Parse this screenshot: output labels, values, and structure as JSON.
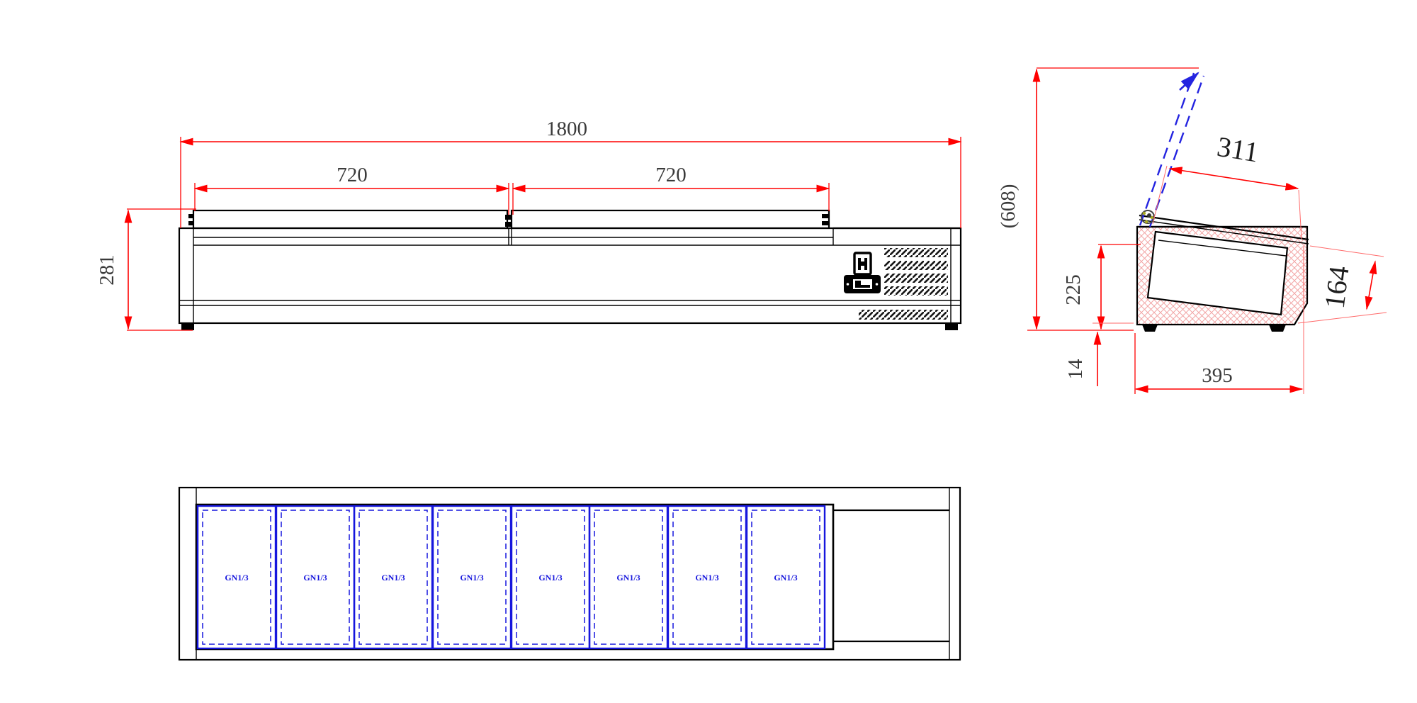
{
  "front_view": {
    "dim_total_width": "1800",
    "dim_lid_left": "720",
    "dim_lid_right": "720",
    "dim_height": "281"
  },
  "side_view": {
    "dim_overall_height_open": "(608)",
    "dim_lid_depth": "311",
    "dim_body_height": "225",
    "dim_front_panel": "164",
    "dim_foot_height": "14",
    "dim_base_depth": "395"
  },
  "plan_view": {
    "pans": [
      "GN1/3",
      "GN1/3",
      "GN1/3",
      "GN1/3",
      "GN1/3",
      "GN1/3",
      "GN1/3",
      "GN1/3"
    ]
  },
  "colors": {
    "dimension_red": "#ff0000",
    "outline_black": "#000000",
    "pan_blue": "#1616dd",
    "hatch_pink": "#f2a6a6",
    "open_lid_blue": "#2424e0"
  }
}
